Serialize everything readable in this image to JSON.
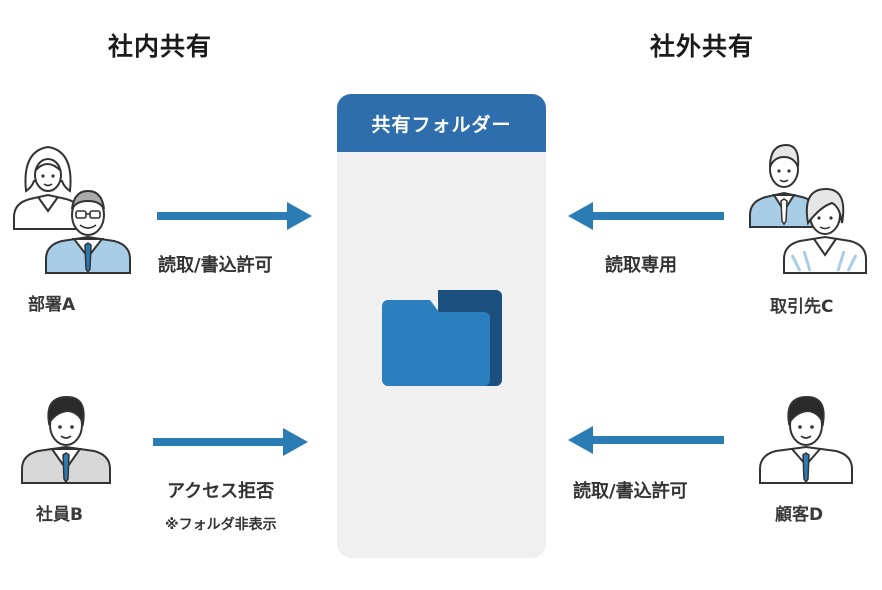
{
  "internal": {
    "title": "社内共有",
    "group_a": {
      "name": "部署A",
      "permission": "読取/書込許可"
    },
    "employee_b": {
      "name": "社員B",
      "permission": "アクセス拒否",
      "note": "※フォルダ非表示"
    }
  },
  "external": {
    "title": "社外共有",
    "partner_c": {
      "name": "取引先C",
      "permission": "読取専用"
    },
    "customer_d": {
      "name": "顧客D",
      "permission": "読取/書込許可"
    }
  },
  "folder": {
    "title": "共有フォルダー"
  },
  "colors": {
    "arrow": "#2b7bb5",
    "panel_header": "#2f6eac",
    "panel_body": "#f0f0f0",
    "folder_front": "#2b7fbe",
    "folder_back": "#1a4f7e",
    "suit_blue": "#a9cde6"
  }
}
